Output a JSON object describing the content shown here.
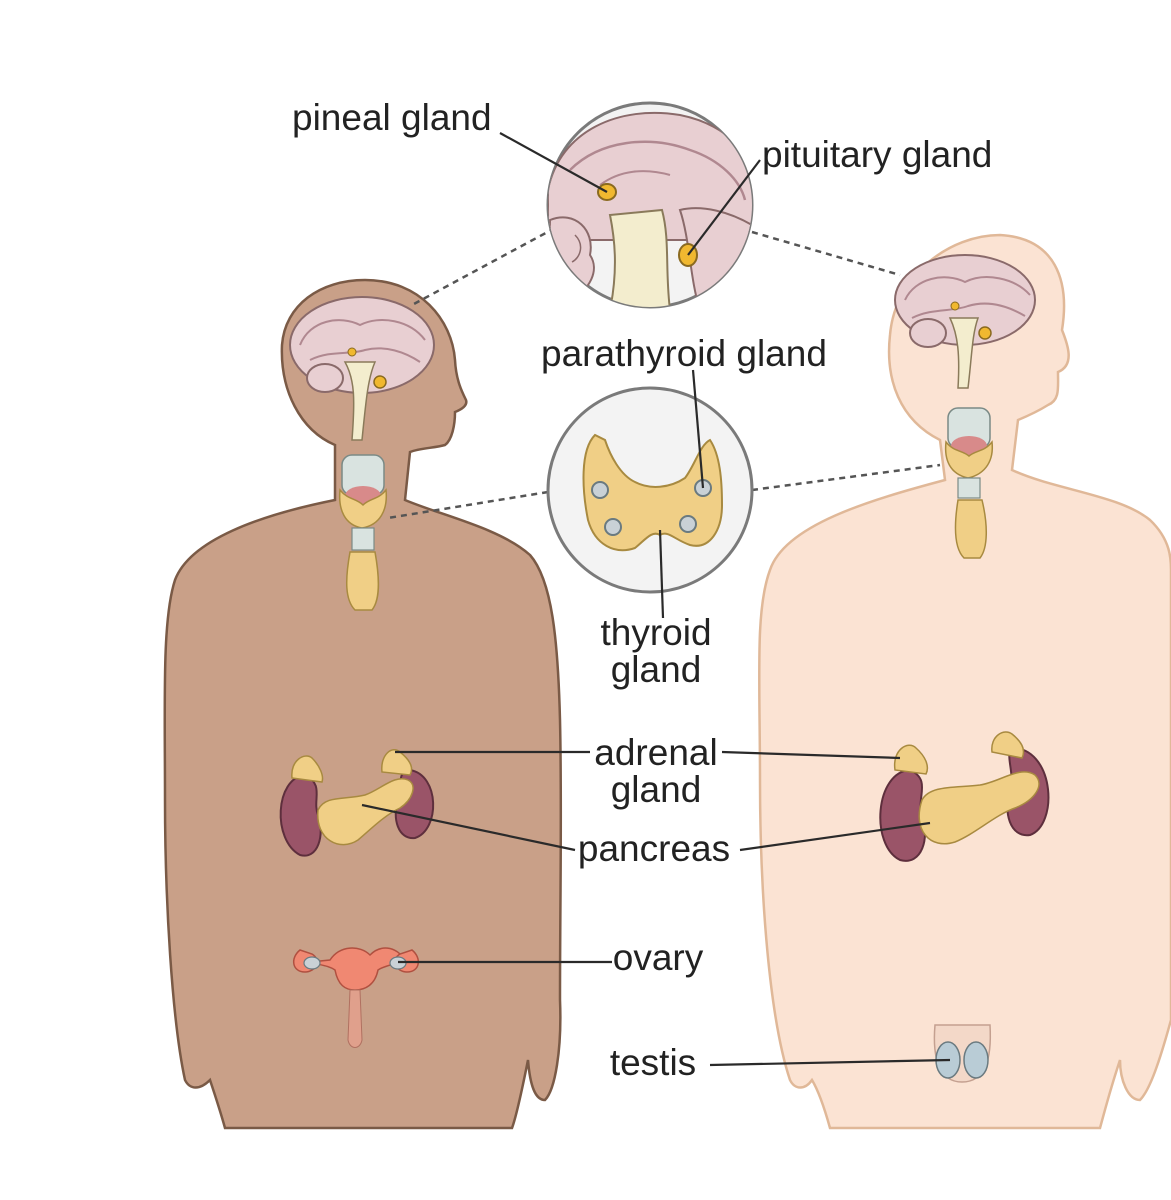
{
  "labels": {
    "pineal": "pineal gland",
    "pituitary": "pituitary gland",
    "parathyroid": "parathyroid gland",
    "thyroid_line1": "thyroid",
    "thyroid_line2": "gland",
    "adrenal_line1": "adrenal",
    "adrenal_line2": "gland",
    "pancreas": "pancreas",
    "ovary": "ovary",
    "testis": "testis"
  },
  "colors": {
    "female_skin": "#c9a088",
    "male_skin": "#fbe3d3",
    "gland": "#f0cf86",
    "kidney": "#9a5468",
    "brain": "#e8cfd2",
    "uterus": "#f08872",
    "testis": "#b9ccd6",
    "inset_bg": "#f3f3f3"
  }
}
